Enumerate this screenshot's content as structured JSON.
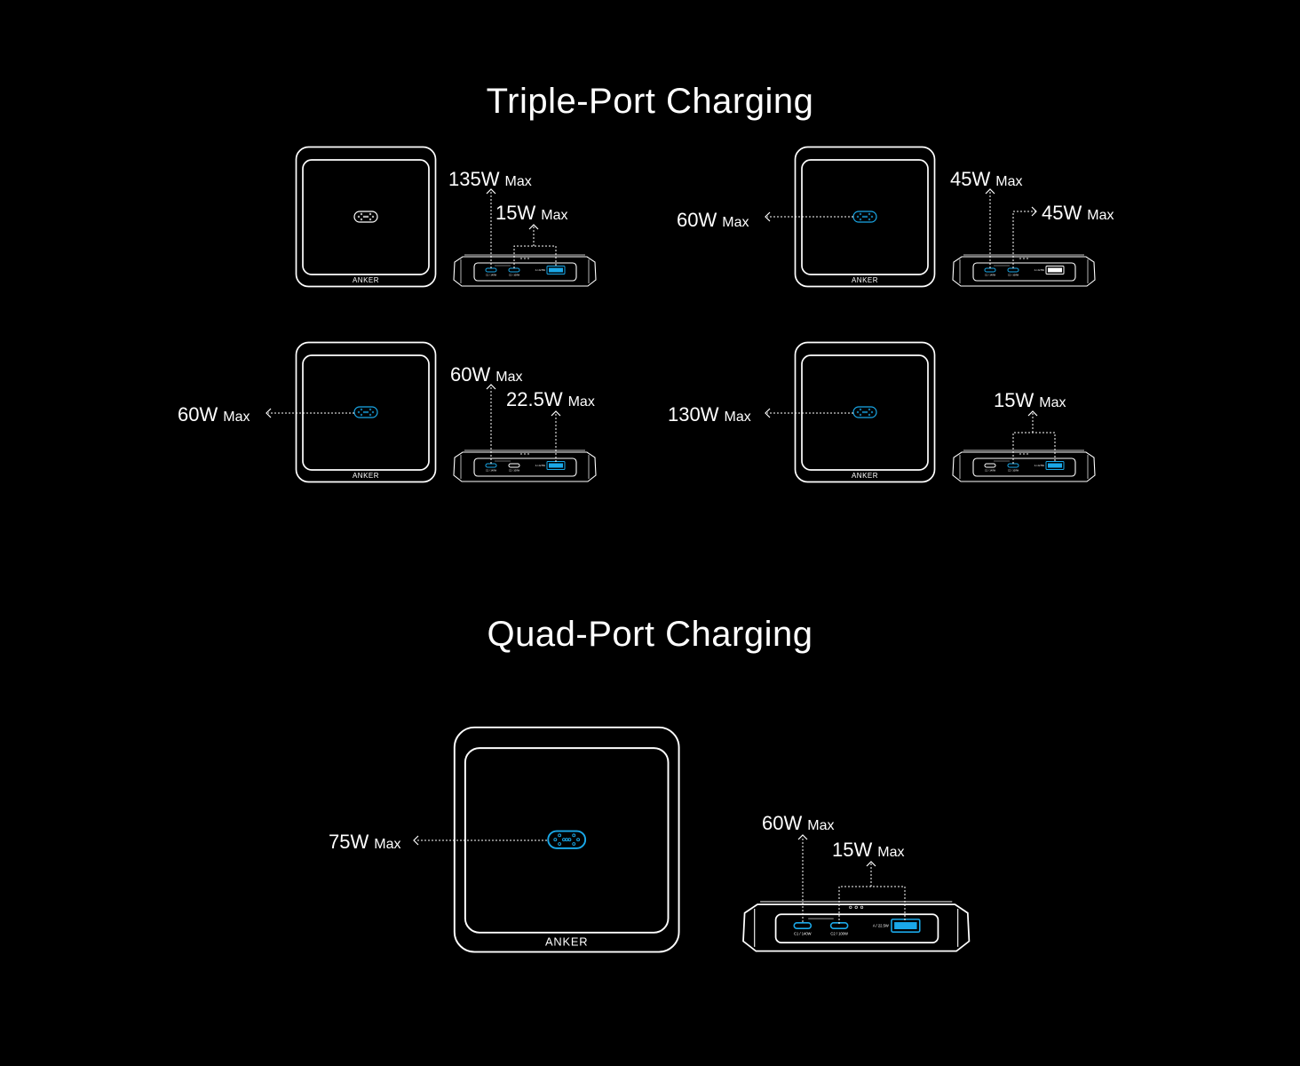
{
  "colors": {
    "background": "#000000",
    "line": "#ffffff",
    "active_port": "#1aa8e8"
  },
  "brand_logo": "ANKER",
  "sections": [
    {
      "title": "Triple-Port Charging",
      "configs": [
        {
          "active_ports": {
            "base": false,
            "c1": true,
            "c2": true,
            "a": true
          },
          "labels": [
            {
              "value": "135W",
              "unit": "Max"
            },
            {
              "value": "15W",
              "unit": "Max"
            }
          ]
        },
        {
          "active_ports": {
            "base": true,
            "c1": true,
            "c2": true,
            "a": false
          },
          "labels": [
            {
              "value": "60W",
              "unit": "Max"
            },
            {
              "value": "45W",
              "unit": "Max"
            },
            {
              "value": "45W",
              "unit": "Max"
            }
          ]
        },
        {
          "active_ports": {
            "base": true,
            "c1": true,
            "c2": false,
            "a": true
          },
          "labels": [
            {
              "value": "60W",
              "unit": "Max"
            },
            {
              "value": "60W",
              "unit": "Max"
            },
            {
              "value": "22.5W",
              "unit": "Max"
            }
          ]
        },
        {
          "active_ports": {
            "base": true,
            "c1": false,
            "c2": true,
            "a": true
          },
          "labels": [
            {
              "value": "130W",
              "unit": "Max"
            },
            {
              "value": "15W",
              "unit": "Max"
            }
          ]
        }
      ]
    },
    {
      "title": "Quad-Port Charging",
      "configs": [
        {
          "active_ports": {
            "base": true,
            "c1": true,
            "c2": true,
            "a": true
          },
          "labels": [
            {
              "value": "75W",
              "unit": "Max"
            },
            {
              "value": "60W",
              "unit": "Max"
            },
            {
              "value": "15W",
              "unit": "Max"
            }
          ]
        }
      ]
    }
  ],
  "port_labels": {
    "c1": "C1 / 140W",
    "c2": "C2 / 100W",
    "a": "A / 22.5W"
  }
}
